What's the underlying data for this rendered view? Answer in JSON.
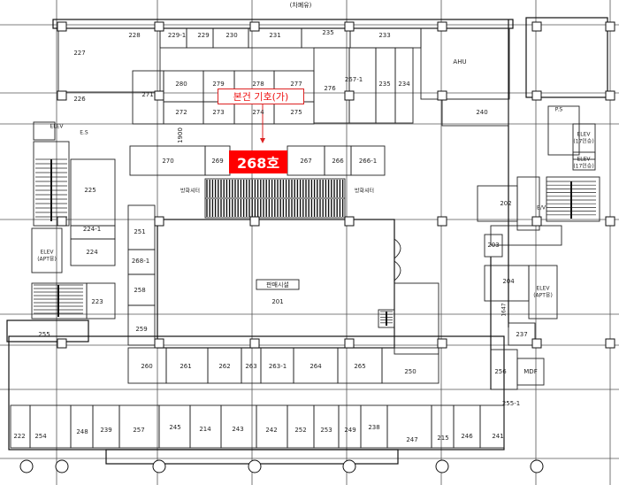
{
  "callout": {
    "text": "본건 기호(가)",
    "color": "#e11111"
  },
  "unit_tag": {
    "text": "268호",
    "color": "#ff0000"
  },
  "top_label": "(차폐유)",
  "labels": {
    "r228": "228",
    "r229_1": "229-1",
    "r229": "229",
    "r230": "230",
    "r231": "231",
    "r235a": "235",
    "r233": "233",
    "r227": "227",
    "r226": "226",
    "r280": "280",
    "r279": "279",
    "r278": "278",
    "r277": "277",
    "r276a": "276",
    "r267_1": "267-1",
    "r235b": "235",
    "r234": "234",
    "ahu": "AHU",
    "r271": "271",
    "r272": "272",
    "r273": "273",
    "r274": "274",
    "r275": "275",
    "r240": "240",
    "num1900": "1900",
    "r270": "270",
    "r269": "269",
    "r267": "267",
    "r266": "266",
    "r266_1": "266-1",
    "elev_a": "ELEV",
    "ps": "P.S",
    "elev17a": "ELEV",
    "elev17a_sub": "(17인승)",
    "elev17b": "ELEV",
    "elev17b_sub": "(17인승)",
    "cs_left": "방화셔터",
    "cs_right": "방화셔터",
    "r225": "225",
    "r224_1": "224-1",
    "r224": "224",
    "elev_apt": "ELEV",
    "elev_apt_sub": "(APT용)",
    "r223": "223",
    "r251": "251",
    "r268_1": "268-1",
    "r258a": "258",
    "r259": "259",
    "r202": "202",
    "r203": "203",
    "r204": "204",
    "elev_apt2": "ELEV",
    "elev_apt2_sub": "(APT용)",
    "hall": "판매시설",
    "r201": "201",
    "r255": "255",
    "r260": "260",
    "r261": "261",
    "r262": "262",
    "r263": "263",
    "r263_1": "263-1",
    "r264": "264",
    "r265": "265",
    "r250": "250",
    "r237": "237",
    "r256": "256",
    "mdf": "MDF",
    "r255_1": "255-1",
    "r222": "222",
    "r254": "254",
    "r248": "248",
    "r239": "239",
    "r257": "257",
    "r245": "245",
    "r214": "214",
    "r243": "243",
    "r242": "242",
    "r252": "252",
    "r253": "253",
    "r249": "249",
    "r238": "238",
    "r247": "247",
    "r215": "215",
    "r246": "246",
    "r241": "241",
    "ev": "E/V",
    "r1647": "1647",
    "esc_label": "E.S"
  }
}
